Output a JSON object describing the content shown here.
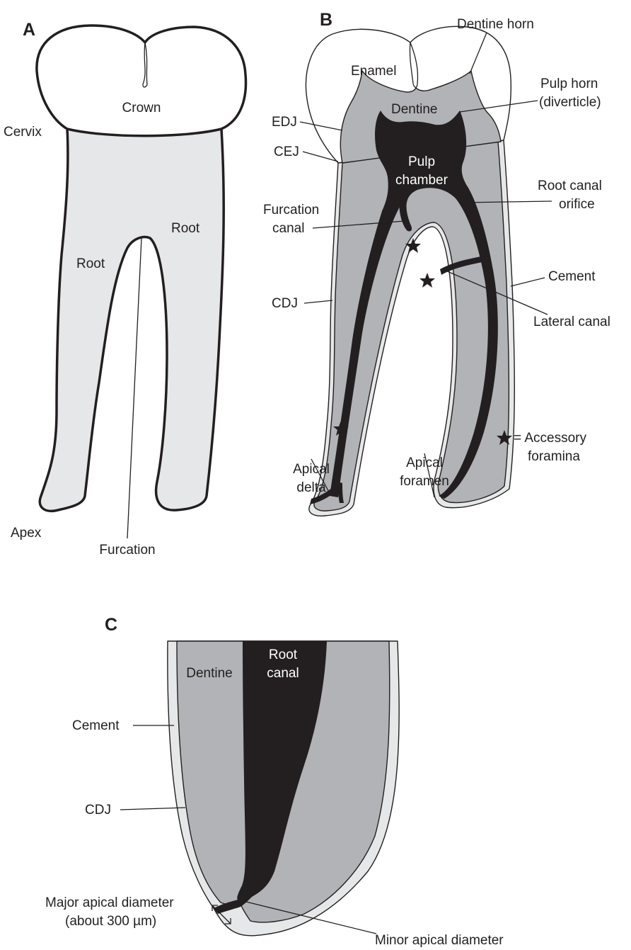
{
  "panels": {
    "a": "A",
    "b": "B",
    "c": "C"
  },
  "panel_a": {
    "crown": "Crown",
    "cervix": "Cervix",
    "root_right": "Root",
    "root_left": "Root",
    "apex": "Apex",
    "furcation": "Furcation"
  },
  "panel_b": {
    "dentine_horn": "Dentine horn",
    "enamel": "Enamel",
    "edj": "EDJ",
    "dentine": "Dentine",
    "pulp_horn_1": "Pulp horn",
    "pulp_horn_2": "(diverticle)",
    "cej": "CEJ",
    "pulp_chamber_1": "Pulp",
    "pulp_chamber_2": "chamber",
    "root_canal_orifice_1": "Root canal",
    "root_canal_orifice_2": "orifice",
    "furcation_canal_1": "Furcation",
    "furcation_canal_2": "canal",
    "cement": "Cement",
    "cdj": "CDJ",
    "lateral_canal": "Lateral canal",
    "accessory_foramina_1": "= Accessory",
    "accessory_foramina_2": "foramina",
    "apical_delta_1": "Apical",
    "apical_delta_2": "delta",
    "apical_foramen_1": "Apical",
    "apical_foramen_2": "foramen"
  },
  "panel_c": {
    "root_canal_1": "Root",
    "root_canal_2": "canal",
    "dentine": "Dentine",
    "cement": "Cement",
    "cdj": "CDJ",
    "major_apical_diameter_1": "Major apical diameter",
    "major_apical_diameter_2": "(about 300 µm)",
    "minor_apical_diameter": "Minor apical diameter"
  },
  "colors": {
    "root_fill": "#e6e7e8",
    "dentine_fill": "#b1b3b6",
    "pulp_fill": "#231f20",
    "enamel_fill": "#ffffff"
  }
}
